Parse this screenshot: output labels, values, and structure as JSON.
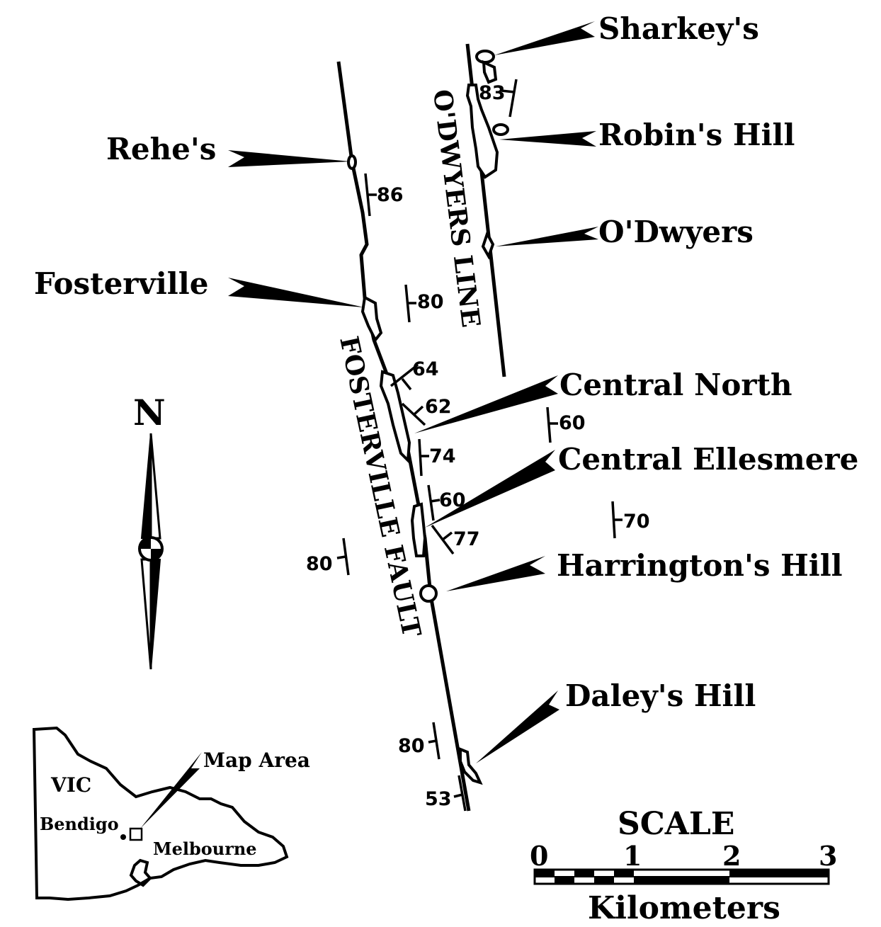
{
  "deposits": [
    {
      "name": "Sharkey's"
    },
    {
      "name": "Robin's Hill"
    },
    {
      "name": "Rehe's"
    },
    {
      "name": "O'Dwyers"
    },
    {
      "name": "Fosterville"
    },
    {
      "name": "Central North"
    },
    {
      "name": "Central Ellesmere"
    },
    {
      "name": "Harrington's Hill"
    },
    {
      "name": "Daley's Hill"
    }
  ],
  "faults": {
    "odwyers": "O'DWYERS LINE",
    "fosterville": "FOSTERVILLE FAULT"
  },
  "dips": [
    "83",
    "86",
    "80",
    "64",
    "62",
    "60",
    "74",
    "60",
    "77",
    "70",
    "80",
    "80",
    "53"
  ],
  "north": "N",
  "inset": {
    "state": "VIC",
    "map_area": "Map Area",
    "bendigo": "Bendigo",
    "melbourne": "Melbourne"
  },
  "scale": {
    "title": "SCALE",
    "ticks": [
      "0",
      "1",
      "2",
      "3"
    ],
    "units": "Kilometers"
  }
}
